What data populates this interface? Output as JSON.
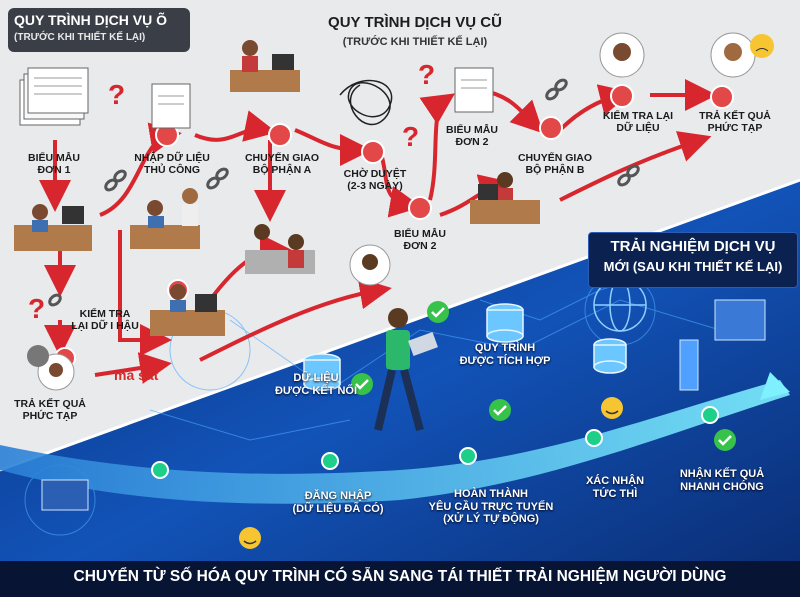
{
  "old_section": {
    "title": "QUY TRÌNH DỊCH VỤ Õ",
    "subtitle": "(TRƯỚC KHI THIẾT KẾ LẠI)",
    "center_title": "QUY TRÌNH DỊCH VỤ CŨ",
    "center_subtitle": "(TRƯỚC KHI THIẾT KẾ LẠI)",
    "steps": {
      "form1": "BIỂU MẪU\nĐƠN 1",
      "manual_entry": "NHẬP DỮ LIỆU\nTHỦ CÔNG",
      "transfer_a": "CHUYỂN GIAO\nBỘ PHẬN A",
      "pending": "CHỜ DUYỆT\n(2-3 NGÀY)",
      "form2_top": "BIỂU MẪU\nĐƠN 2",
      "transfer_b": "CHUYỂN GIAO\nBỘ PHẬN B",
      "check_data": "KIỂM TRA LẠI\nDỮ LIỆU",
      "complex_result_top": "TRẢ KẾT QUẢ\nPHỨC TẠP",
      "form2_mid": "BIỂU MẪU\nĐƠN 2",
      "check_later": "KIỂM TRA\nLẠI DỮ I HẬU",
      "complex_result_left": "TRẢ KẾT QUẢ\nPHỨC TẠP"
    },
    "friction_label": "ma sát",
    "colors": {
      "background": "#e9eaec",
      "arrow": "#d8262e",
      "node": "#e24848"
    }
  },
  "new_section": {
    "title_line1": "TRẢI NGHIỆM DỊCH VỤ",
    "title_line2": "MỚI (SAU KHI THIẾT KẾ LẠI)",
    "steps": {
      "connected_data": "DỮ LIỆU\nĐƯỢC KẾT NỐI",
      "integrated_process": "QUY TRÌNH\nĐƯỢC TÍCH HỢP",
      "login": "ĐĂNG NHẬP\n(DỮ LIỆU ĐÃ CÓ)",
      "online_request": "HOÀN THÀNH\nYÊU CẦU TRỰC TUYẾN\n(XỬ LÝ TỰ ĐỘNG)",
      "instant_confirm": "XÁC NHẬN\nTỨC THÌ",
      "fast_result": "NHẬN KẾT QUẢ\nNHANH CHÓNG"
    },
    "colors": {
      "background": "#0d3b8c",
      "path": "#4fd3e6",
      "check": "#37c24a"
    }
  },
  "footer": {
    "text": "CHUYỂN TỪ SỐ HÓA QUY TRÌNH CÓ SẴN SANG TÁI THIẾT TRẢI NGHIỆM NGƯỜI DÙNG"
  },
  "icons": [
    "document-stack-icon",
    "person-at-desk-icon",
    "broken-chain-icon",
    "question-mark-icon",
    "tangled-lines-icon",
    "laptop-user-icon",
    "database-icon",
    "server-icon",
    "network-globe-icon",
    "check-icon",
    "smiley-icon",
    "angry-face-icon"
  ]
}
